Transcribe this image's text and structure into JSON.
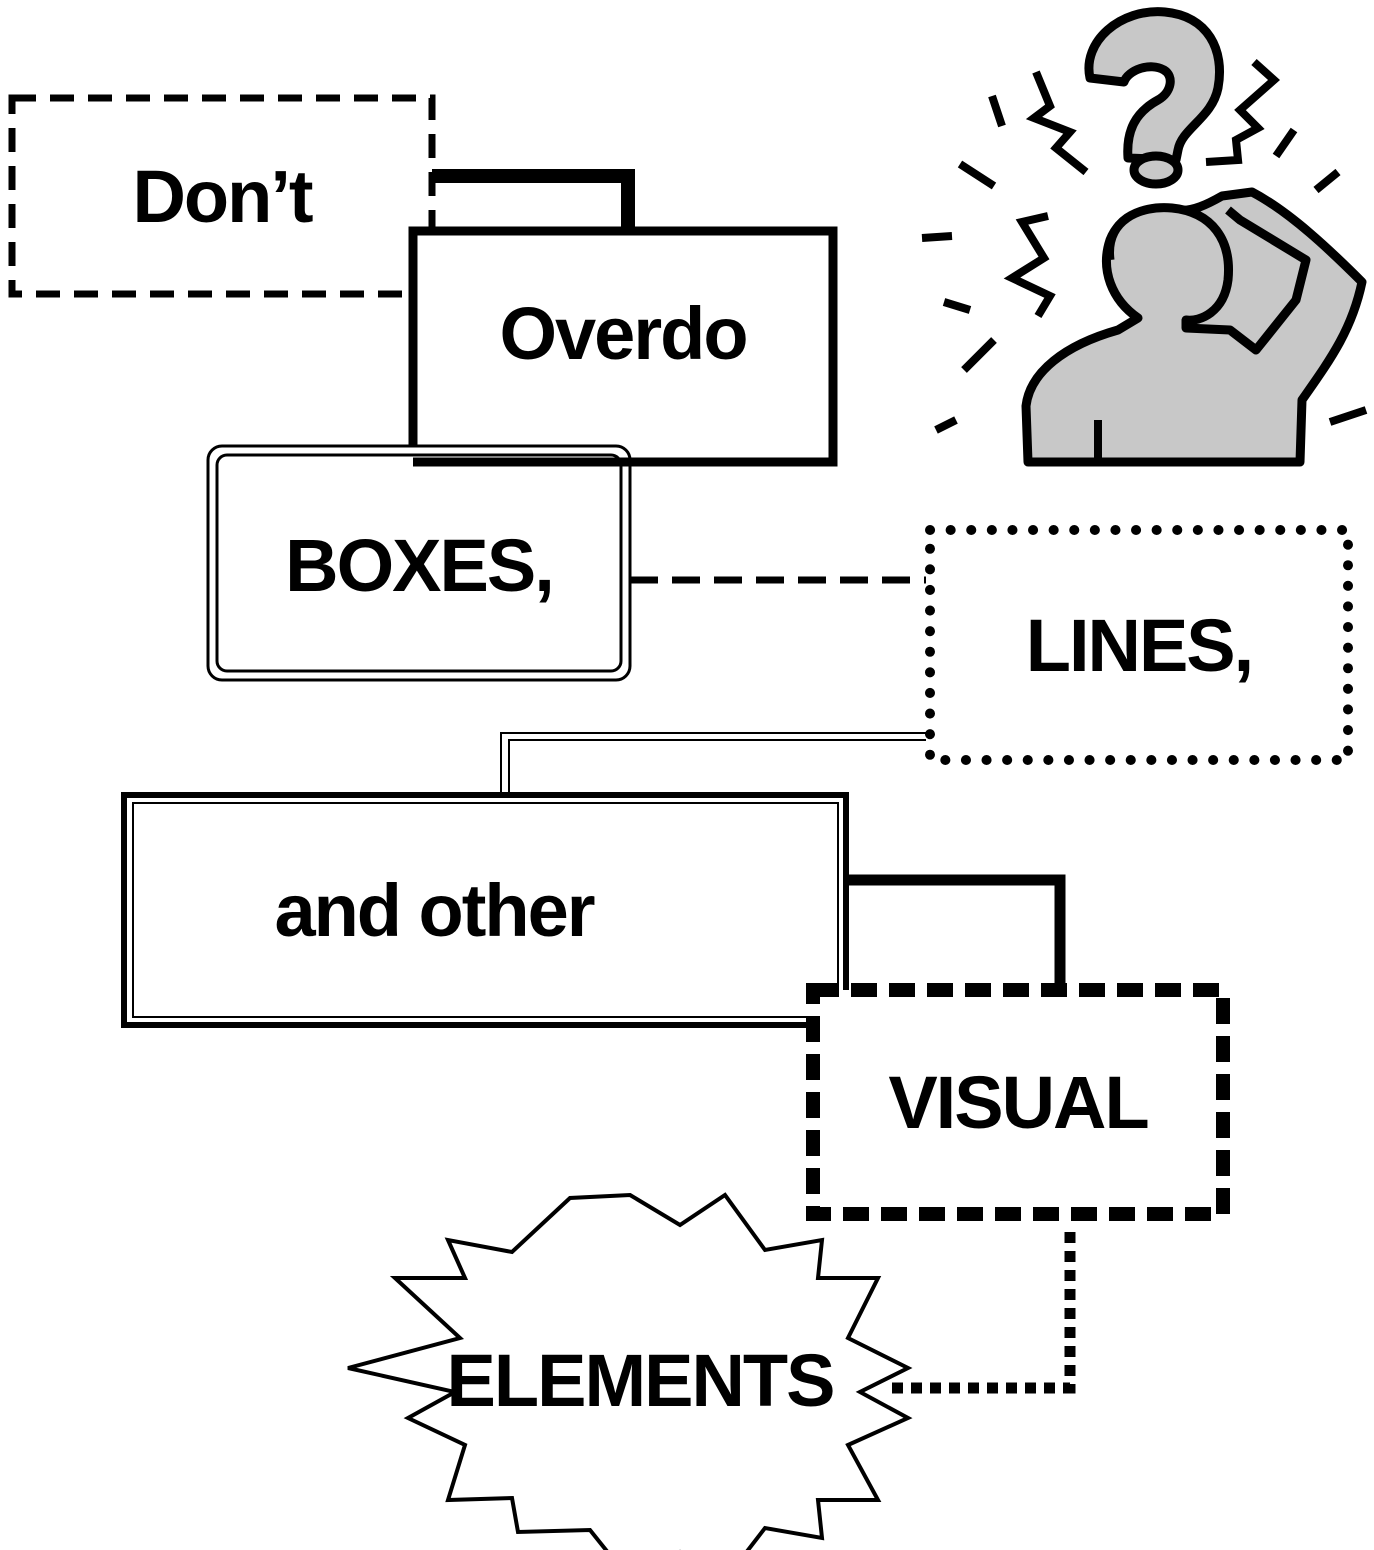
{
  "words": {
    "dont": "Don’t",
    "overdo": "Overdo",
    "boxes": "BOXES,",
    "lines": "LINES,",
    "and_other": "and other",
    "visual": "VISUAL",
    "elements": "ELEMENTS"
  },
  "colors": {
    "ink": "#000000",
    "figure_fill": "#c8c8c8",
    "background": "#ffffff"
  },
  "icons": {
    "clipart": "confused-person-icon",
    "question": "question-mark-icon"
  }
}
